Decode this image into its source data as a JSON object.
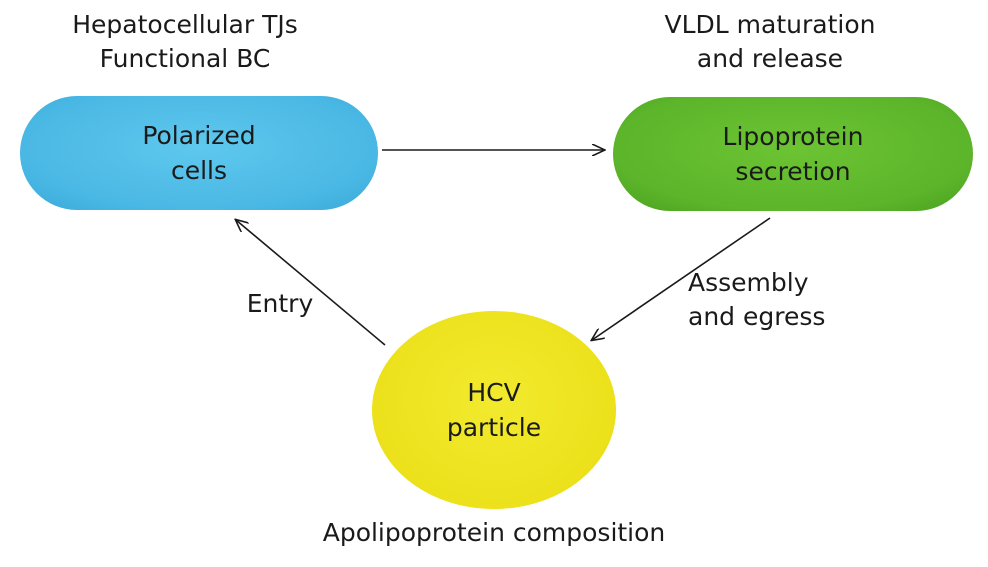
{
  "nodes": {
    "polarized": {
      "line1": "Polarized",
      "line2": "cells",
      "color": "#4ab8e4"
    },
    "lipoprotein": {
      "line1": "Lipoprotein",
      "line2": "secretion",
      "color": "#5cb52a"
    },
    "hcv": {
      "line1": "HCV",
      "line2": "particle",
      "color": "#ece11b"
    }
  },
  "annotations": {
    "polarized_top": {
      "line1": "Hepatocellular TJs",
      "line2": "Functional BC"
    },
    "lipoprotein_top": {
      "line1": "VLDL maturation",
      "line2": "and release"
    },
    "hcv_bottom": "Apolipoprotein composition"
  },
  "edges": {
    "polarized_to_lipoprotein": "",
    "lipoprotein_to_hcv": {
      "line1": "Assembly",
      "line2": "and egress"
    },
    "hcv_to_polarized": "Entry"
  }
}
